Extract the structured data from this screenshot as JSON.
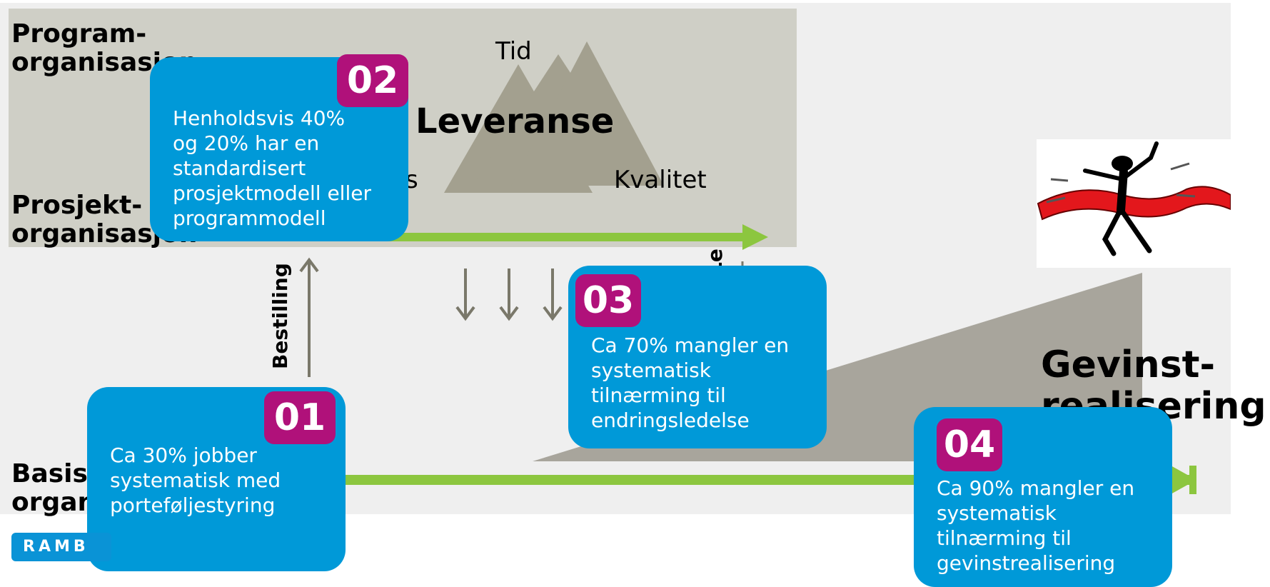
{
  "labels": {
    "program_line1": "Program-",
    "program_line2": "organisasjon",
    "prosjekt_line1": "Prosjekt-",
    "prosjekt_line2": "organisasjon",
    "basis_line1": "Basis",
    "basis_line2": "organ",
    "tid": "Tid",
    "leveranse": "Leveranse",
    "kostnad_partial": "s",
    "kvalitet": "Kvalitet",
    "bestilling": "Bestilling",
    "levering_partial": "Le",
    "gevinst_line1": "Gevinst-",
    "gevinst_line2": "realisering",
    "logo": "RAMB"
  },
  "callouts": [
    {
      "number": "01",
      "text": [
        "Ca 30% jobber",
        "systematisk med",
        "porteføljestyring"
      ]
    },
    {
      "number": "02",
      "text": [
        "Henholdsvis 40%",
        "og 20% har en",
        "standardisert",
        "prosjektmodell eller",
        "programmodell"
      ]
    },
    {
      "number": "03",
      "text": [
        "Ca 70% mangler en",
        "systematisk",
        "tilnærming til",
        "endringsledelse"
      ]
    },
    {
      "number": "04",
      "text": [
        "Ca 90% mangler en",
        "systematisk",
        "tilnærming til",
        "gevinstrealisering"
      ]
    }
  ],
  "colors": {
    "callout_blue": "#0099d8",
    "number_magenta": "#b0117a",
    "arrow_green": "#8cc63f",
    "mountain_grey": "#a3a08f",
    "background_grey": "#efefef",
    "program_band": "#cfcfc6",
    "logo_blue": "#0a93d6"
  },
  "icons": [
    "running-figure-finish-line-icon",
    "mountain-peaks-icon"
  ]
}
